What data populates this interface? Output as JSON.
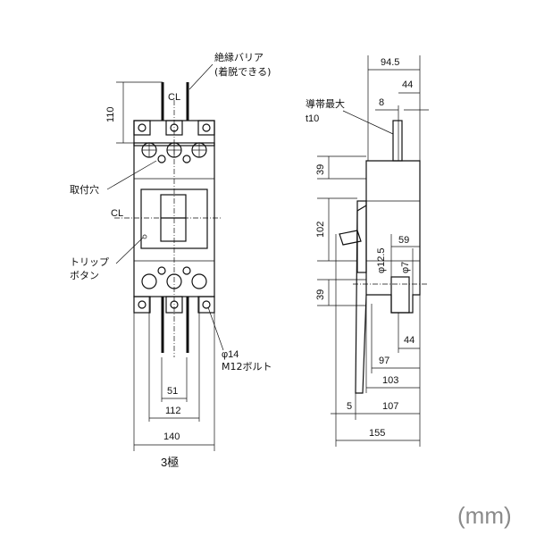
{
  "labels": {
    "barrier_line1": "絶縁バリア",
    "barrier_line2": "(着脱できる)",
    "mount_hole": "取付穴",
    "trip_line1": "トリップ",
    "trip_line2": "ボタン",
    "bolt_line1": "φ14",
    "bolt_line2": "M12ボルト",
    "conductor_max": "導帯最大",
    "t10": "t10",
    "poles": "3極",
    "unit": "(mm)",
    "cl": "CL"
  },
  "front_dims": {
    "d110": "110",
    "d51": "51",
    "d112": "112",
    "d140": "140"
  },
  "side_dims": {
    "d94_5": "94.5",
    "d44_top": "44",
    "d8": "8",
    "d39_top": "39",
    "d102": "102",
    "d39_bot": "39",
    "d12_5": "φ12.5",
    "d59": "59",
    "d7": "φ7",
    "d44_low": "44",
    "d97": "97",
    "d103": "103",
    "d5": "5",
    "d107": "107",
    "d155": "155"
  }
}
